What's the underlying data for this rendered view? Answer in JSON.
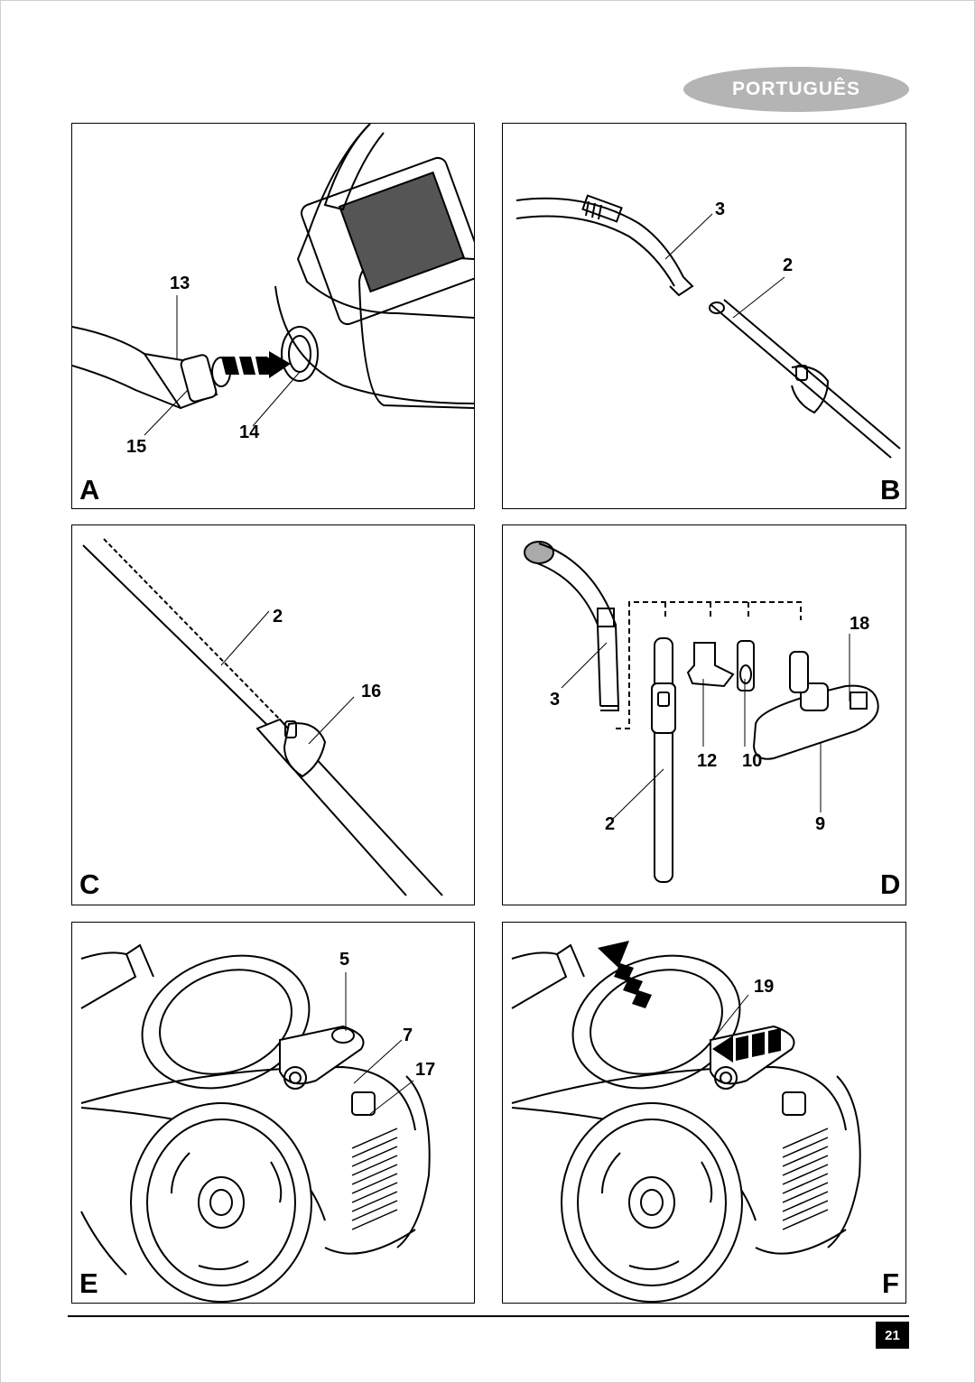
{
  "header": {
    "language": "PORTUGUÊS"
  },
  "panels": {
    "A": {
      "letter": "A",
      "callouts": [
        "13",
        "14",
        "15"
      ]
    },
    "B": {
      "letter": "B",
      "callouts": [
        "3",
        "2"
      ]
    },
    "C": {
      "letter": "C",
      "callouts": [
        "2",
        "16"
      ]
    },
    "D": {
      "letter": "D",
      "callouts": [
        "18",
        "3",
        "12",
        "10",
        "2",
        "9"
      ]
    },
    "E": {
      "letter": "E",
      "callouts": [
        "5",
        "7",
        "17"
      ]
    },
    "F": {
      "letter": "F",
      "callouts": [
        "19"
      ]
    }
  },
  "footer": {
    "page_number": "21"
  }
}
